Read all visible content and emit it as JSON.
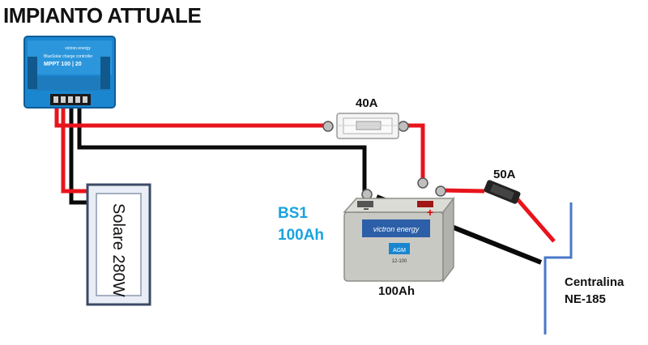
{
  "title": "IMPIANTO ATTUALE",
  "controller": {
    "brand": "victron energy",
    "line1": "BlueSolar charge controller",
    "model": "MPPT 100 | 20"
  },
  "solar_panel": {
    "label": "Solare 280W"
  },
  "fuse_main": {
    "label": "40A"
  },
  "fuse_load": {
    "label": "50A"
  },
  "battery": {
    "name": "BS1",
    "capacity_tag": "100Ah",
    "caption": "100Ah",
    "brand": "victron energy",
    "type": "AGM",
    "voltage": "12-100"
  },
  "load": {
    "line1": "Centralina",
    "line2": "NE-185"
  },
  "colors": {
    "positive_wire": "#e8141c",
    "negative_wire": "#0a0a0a",
    "controller": "#1a86d0",
    "panel_border": "#3c4a66",
    "load_line": "#4a78c9",
    "accent_text": "#1aa3df"
  }
}
